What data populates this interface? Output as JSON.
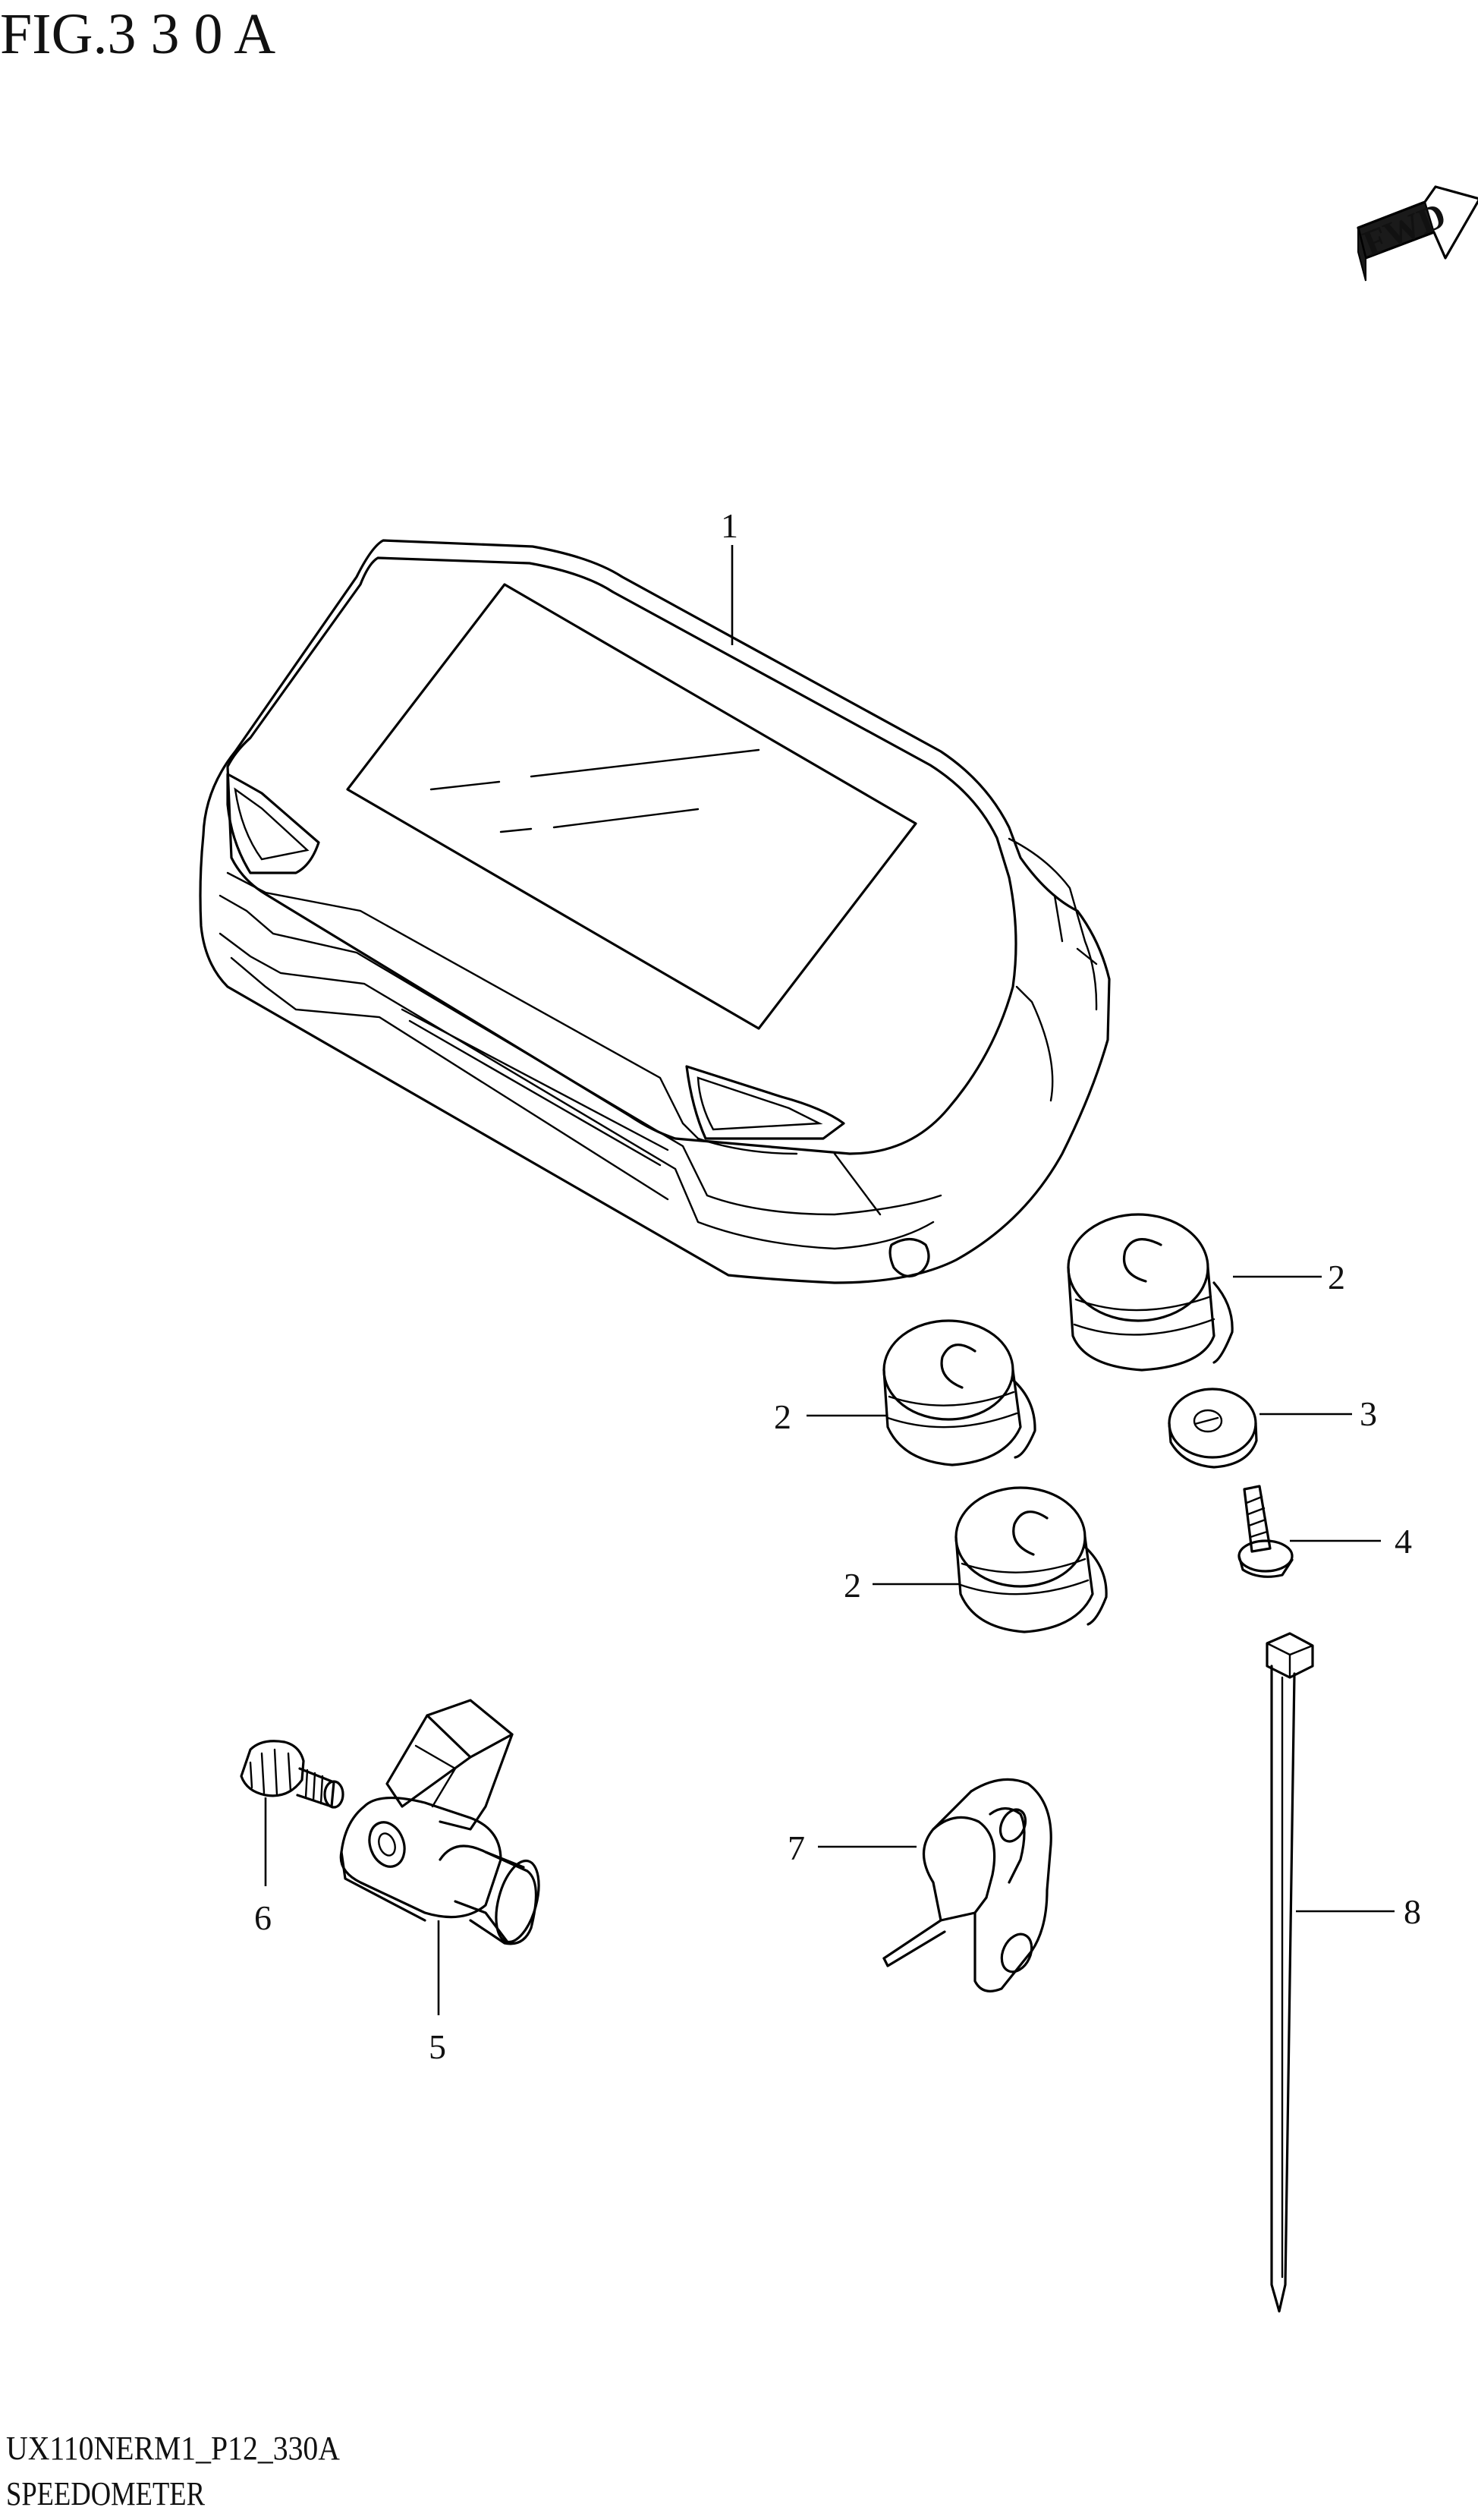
{
  "figure": {
    "title": "FIG.3 3 0 A"
  },
  "fwd_badge": {
    "label": "FWD"
  },
  "callouts": [
    {
      "id": "c1",
      "label": "1"
    },
    {
      "id": "c2a",
      "label": "2"
    },
    {
      "id": "c2b",
      "label": "2"
    },
    {
      "id": "c2c",
      "label": "2"
    },
    {
      "id": "c3",
      "label": "3"
    },
    {
      "id": "c4",
      "label": "4"
    },
    {
      "id": "c5",
      "label": "5"
    },
    {
      "id": "c6",
      "label": "6"
    },
    {
      "id": "c7",
      "label": "7"
    },
    {
      "id": "c8",
      "label": "8"
    }
  ],
  "footer": {
    "code": "UX110NERM1_P12_330A",
    "name": "SPEEDOMETER"
  }
}
